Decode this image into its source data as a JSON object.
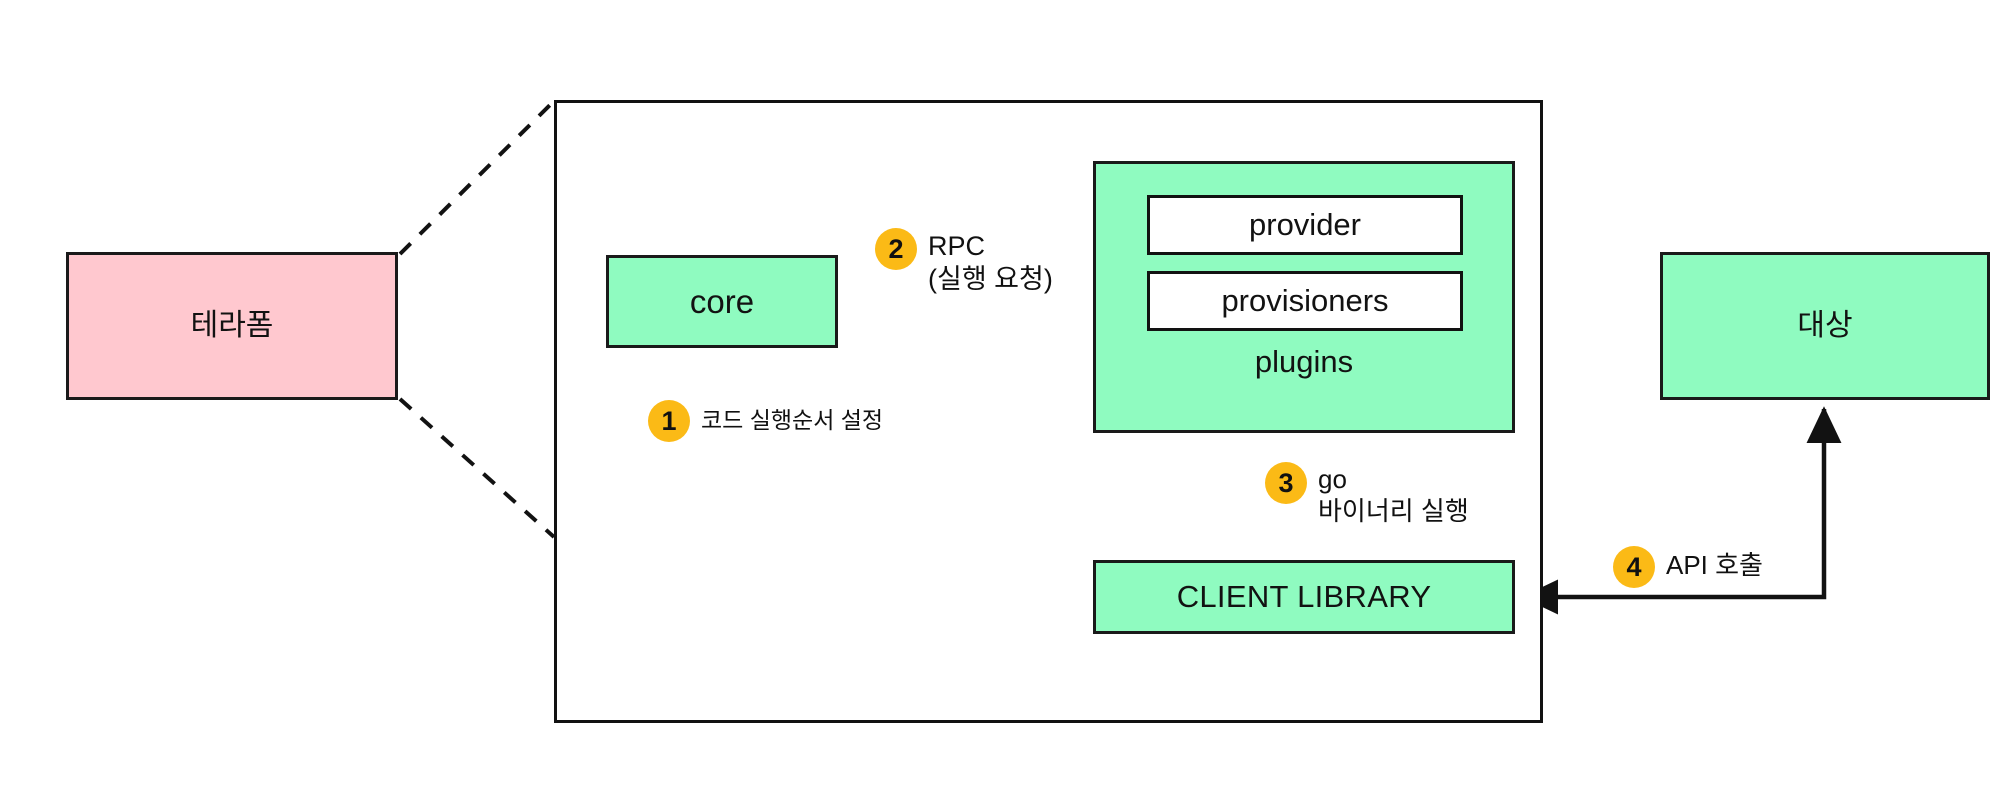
{
  "diagram": {
    "title": "Terraform architecture flow",
    "colors": {
      "pink": "#FFC8CF",
      "green": "#8FFBC0",
      "white": "#FFFFFF",
      "badge_yellow": "#FBBA16",
      "stroke": "#121212"
    },
    "nodes": {
      "terraform": {
        "label": "테라폼"
      },
      "target": {
        "label": "대상"
      },
      "core": {
        "label": "core"
      },
      "plugins": {
        "caption": "plugins",
        "children": [
          {
            "label": "provider"
          },
          {
            "label": "provisioners"
          }
        ]
      },
      "client_library": {
        "label": "CLIENT LIBRARY"
      }
    },
    "steps": [
      {
        "number": "1",
        "text": "코드 실행순서 설정"
      },
      {
        "number": "2",
        "text": "RPC\n(실행 요청)"
      },
      {
        "number": "3",
        "text": "go\n바이너리 실행"
      },
      {
        "number": "4",
        "text": "API 호출"
      }
    ],
    "connectors": [
      {
        "name": "terraform-to-container-top",
        "style": "dashed",
        "arrow": "none"
      },
      {
        "name": "terraform-to-container-bottom",
        "style": "dashed",
        "arrow": "none"
      },
      {
        "name": "core-to-plugins",
        "style": "solid",
        "arrow": "both"
      },
      {
        "name": "plugins-to-client-library",
        "style": "solid",
        "arrow": "both"
      },
      {
        "name": "target-to-client-library",
        "style": "solid",
        "arrow": "both-ends"
      }
    ]
  }
}
